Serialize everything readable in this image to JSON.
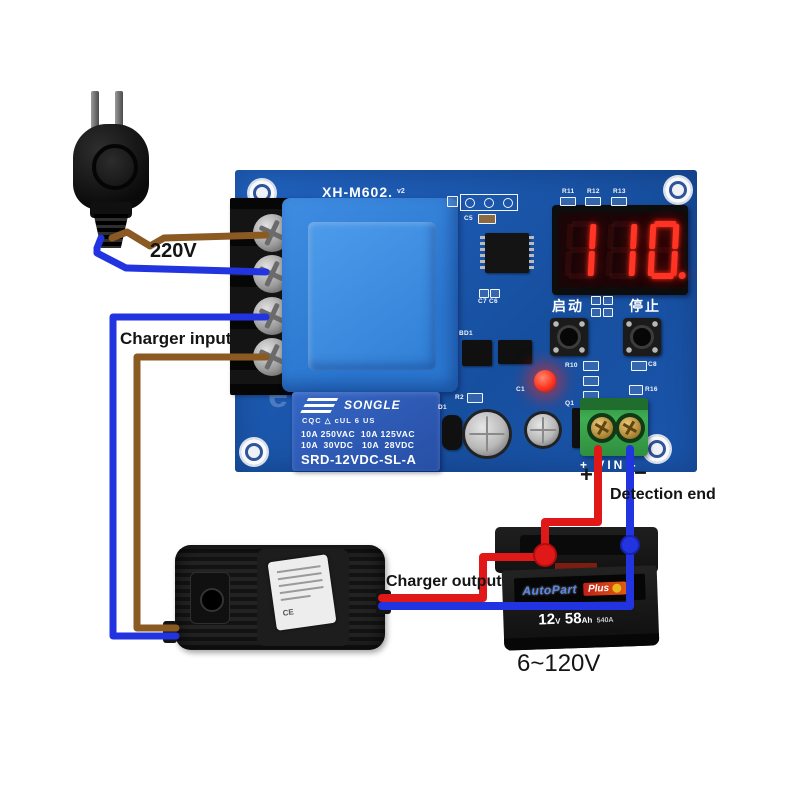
{
  "labels": {
    "ac_voltage": "220V",
    "charger_input": "Charger input",
    "charger_output": "Charger output",
    "detection_end": "Detection end",
    "detection_plus": "+",
    "detection_minus": "−",
    "battery_voltage_range": "6~120V"
  },
  "board": {
    "title": "XH-M602.",
    "version": "v2",
    "watermark": "ele",
    "display": {
      "value": "110.",
      "digits": "110",
      "dp_after_index": 2,
      "digit_color": "#ff3526",
      "resistor_labels": [
        "R11",
        "R12",
        "R13"
      ]
    },
    "buttons": {
      "start_label": "启动",
      "stop_label": "停止"
    },
    "relay": {
      "brand": "SONGLE",
      "certs": "CQC  △  cUL 6 US",
      "rating_line1": "10A 250VAC  10A 125VAC",
      "rating_line2": "10A  30VDC   10A  28VDC",
      "model": "SRD-12VDC-SL-A"
    },
    "vin_silkscreen": "+ VIN -",
    "silk": {
      "c5": "C5",
      "c7c6": "C7 C6",
      "bd1": "BD1",
      "r2": "R2",
      "c1": "C1",
      "d1": "D1",
      "q1": "Q1",
      "c8": "C8",
      "r16": "R16",
      "r10": "R10"
    }
  },
  "battery": {
    "brand": "AutoPart",
    "series": "Plus",
    "volts": "12",
    "volt_unit": "V",
    "capacity": "58",
    "capacity_unit": "Ah",
    "cca": "540A"
  },
  "charger": {
    "mark": "CE"
  },
  "colors": {
    "pcb": "#1d5cb4",
    "wire_live_brown": "#8a5a22",
    "wire_neutral_blue": "#2233e0",
    "wire_positive_red": "#e01818",
    "wire_negative_blue": "#2233e0",
    "display_digit": "#ff3526",
    "terminal_green": "#3aa14b"
  }
}
